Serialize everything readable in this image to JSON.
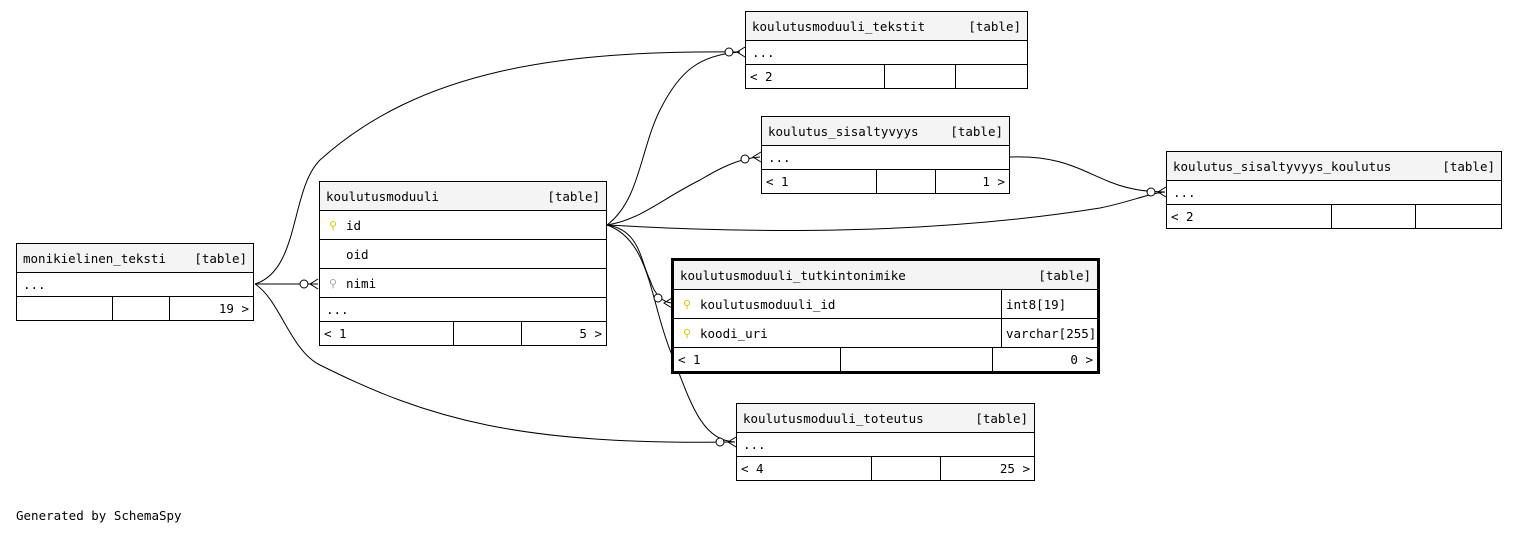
{
  "credit": "Generated by SchemaSpy",
  "tables": {
    "monikielinen_teksti": {
      "name": "monikielinen_teksti",
      "kind": "[table]",
      "more": "...",
      "children": "",
      "rows": "",
      "parents": "19 >"
    },
    "koulutusmoduuli": {
      "name": "koulutusmoduuli",
      "kind": "[table]",
      "columns": [
        "id",
        "oid",
        "nimi"
      ],
      "more": "...",
      "children": "< 1",
      "rows": "",
      "parents": "5 >"
    },
    "koulutusmoduuli_tekstit": {
      "name": "koulutusmoduuli_tekstit",
      "kind": "[table]",
      "more": "...",
      "children": "< 2",
      "rows": "",
      "parents": ""
    },
    "koulutus_sisaltyvyys": {
      "name": "koulutus_sisaltyvyys",
      "kind": "[table]",
      "more": "...",
      "children": "< 1",
      "rows": "",
      "parents": "1 >"
    },
    "koulutus_sisaltyvyys_koulutus": {
      "name": "koulutus_sisaltyvyys_koulutus",
      "kind": "[table]",
      "more": "...",
      "children": "< 2",
      "rows": "",
      "parents": ""
    },
    "koulutusmoduuli_tutkintonimike": {
      "name": "koulutusmoduuli_tutkintonimike",
      "kind": "[table]",
      "columns": [
        {
          "name": "koulutusmoduuli_id",
          "type": "int8[19]"
        },
        {
          "name": "koodi_uri",
          "type": "varchar[255]"
        }
      ],
      "children": "< 1",
      "rows": "",
      "parents": "0 >"
    },
    "koulutusmoduuli_toteutus": {
      "name": "koulutusmoduuli_toteutus",
      "kind": "[table]",
      "more": "...",
      "children": "< 4",
      "rows": "",
      "parents": "25 >"
    }
  },
  "colors": {
    "primary_key": "#e0c200",
    "foreign_key": "#a8a8a8",
    "header_bg": "#f4f4f4",
    "line": "#000000"
  }
}
